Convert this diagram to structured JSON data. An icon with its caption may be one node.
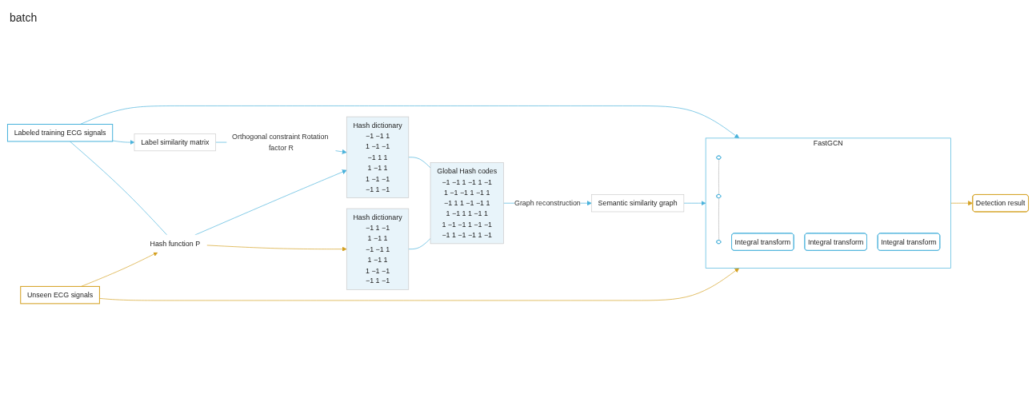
{
  "diagram": {
    "nodes": [
      {
        "text": [
          "Labeled training ECG signals"
        ]
      },
      {
        "text": [
          "Unseen ECG signals"
        ]
      },
      {
        "text": [
          "Label similarity matrix"
        ]
      },
      {
        "text": [
          "Hash dictionary",
          "−1 −1 1",
          "1 −1 −1",
          "−1 1 1",
          "1 −1 1",
          "1 −1 −1",
          "−1 1 −1"
        ]
      },
      {
        "text": [
          "Hash function P"
        ]
      },
      {
        "text": [
          "Hash dictionary",
          "−1 1 −1",
          "1 −1 1",
          "−1 −1 1",
          "1 −1 1",
          "1 −1 −1",
          "−1 1 −1"
        ]
      },
      {
        "text": [
          "Global Hash codes",
          "−1 −1 1 −1 1 −1",
          "1 −1 −1 1 −1 1",
          "−1 1 1 −1 −1 1",
          "1 −1 1 1 −1 1",
          "1 −1 −1 1 −1 −1",
          "−1 1 −1 −1 1 −1"
        ]
      },
      {
        "text": [
          "Semantic similarity graph"
        ]
      },
      {
        "text": [
          "FastGCN"
        ]
      },
      {
        "text": [],
        "shape": "bar",
        "in": 8
      },
      {
        "text": [],
        "shape": "bar",
        "in": 8
      },
      {
        "text": [],
        "shape": "bar",
        "in": 8
      },
      {
        "text": [
          "Integral transform"
        ],
        "in": 8
      },
      {
        "text": [
          "Integral transform"
        ],
        "in": 8
      },
      {
        "text": [
          "Integral transform"
        ],
        "in": 8
      },
      {
        "text": [
          "Detection result"
        ]
      }
    ],
    "edges": [
      {
        "from": 0,
        "to": 2,
        "arrow": "to"
      },
      {
        "from": 2,
        "to": 3,
        "arrow": "to",
        "label": "Orthogonal constraint Rotation factor R"
      },
      {
        "from": 0,
        "to": 4,
        "arrow": "none"
      },
      {
        "from": 4,
        "to": 3,
        "arrow": "to"
      },
      {
        "from": 1,
        "to": 4,
        "arrow": "to",
        "color": "#d4a020"
      },
      {
        "from": 4,
        "to": 5,
        "arrow": "to",
        "color": "#d4a020"
      },
      {
        "from": 3,
        "to": 6,
        "arrow": "none"
      },
      {
        "from": 5,
        "to": 6,
        "arrow": "none"
      },
      {
        "from": 6,
        "to": 7,
        "arrow": "to",
        "label": "Graph reconstruction"
      },
      {
        "from": 0,
        "to": 8,
        "arrow": "to"
      },
      {
        "from": 7,
        "to": 8,
        "arrow": "to"
      },
      {
        "from": 1,
        "to": 8,
        "arrow": "to",
        "color": "#d4a020"
      },
      {
        "from": 8,
        "to": 15,
        "arrow": "to",
        "color": "#d4a020"
      },
      {
        "from": 9,
        "to": 10,
        "arrow": "none",
        "color": "#b8b8b8"
      },
      {
        "from": 10,
        "to": 11,
        "arrow": "none",
        "color": "#b8b8b8"
      }
    ],
    "labels": [
      "batch"
    ]
  }
}
